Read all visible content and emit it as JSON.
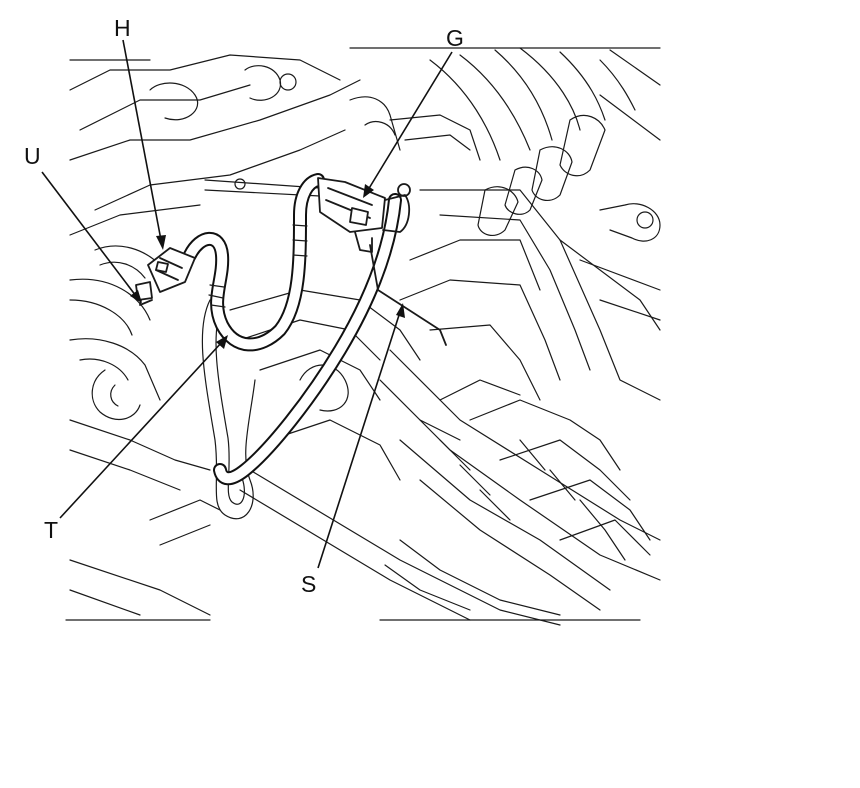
{
  "diagram": {
    "callouts": [
      {
        "id": "H",
        "label": "H"
      },
      {
        "id": "G",
        "label": "G"
      },
      {
        "id": "U",
        "label": "U"
      },
      {
        "id": "T",
        "label": "T"
      },
      {
        "id": "S",
        "label": "S"
      }
    ]
  }
}
